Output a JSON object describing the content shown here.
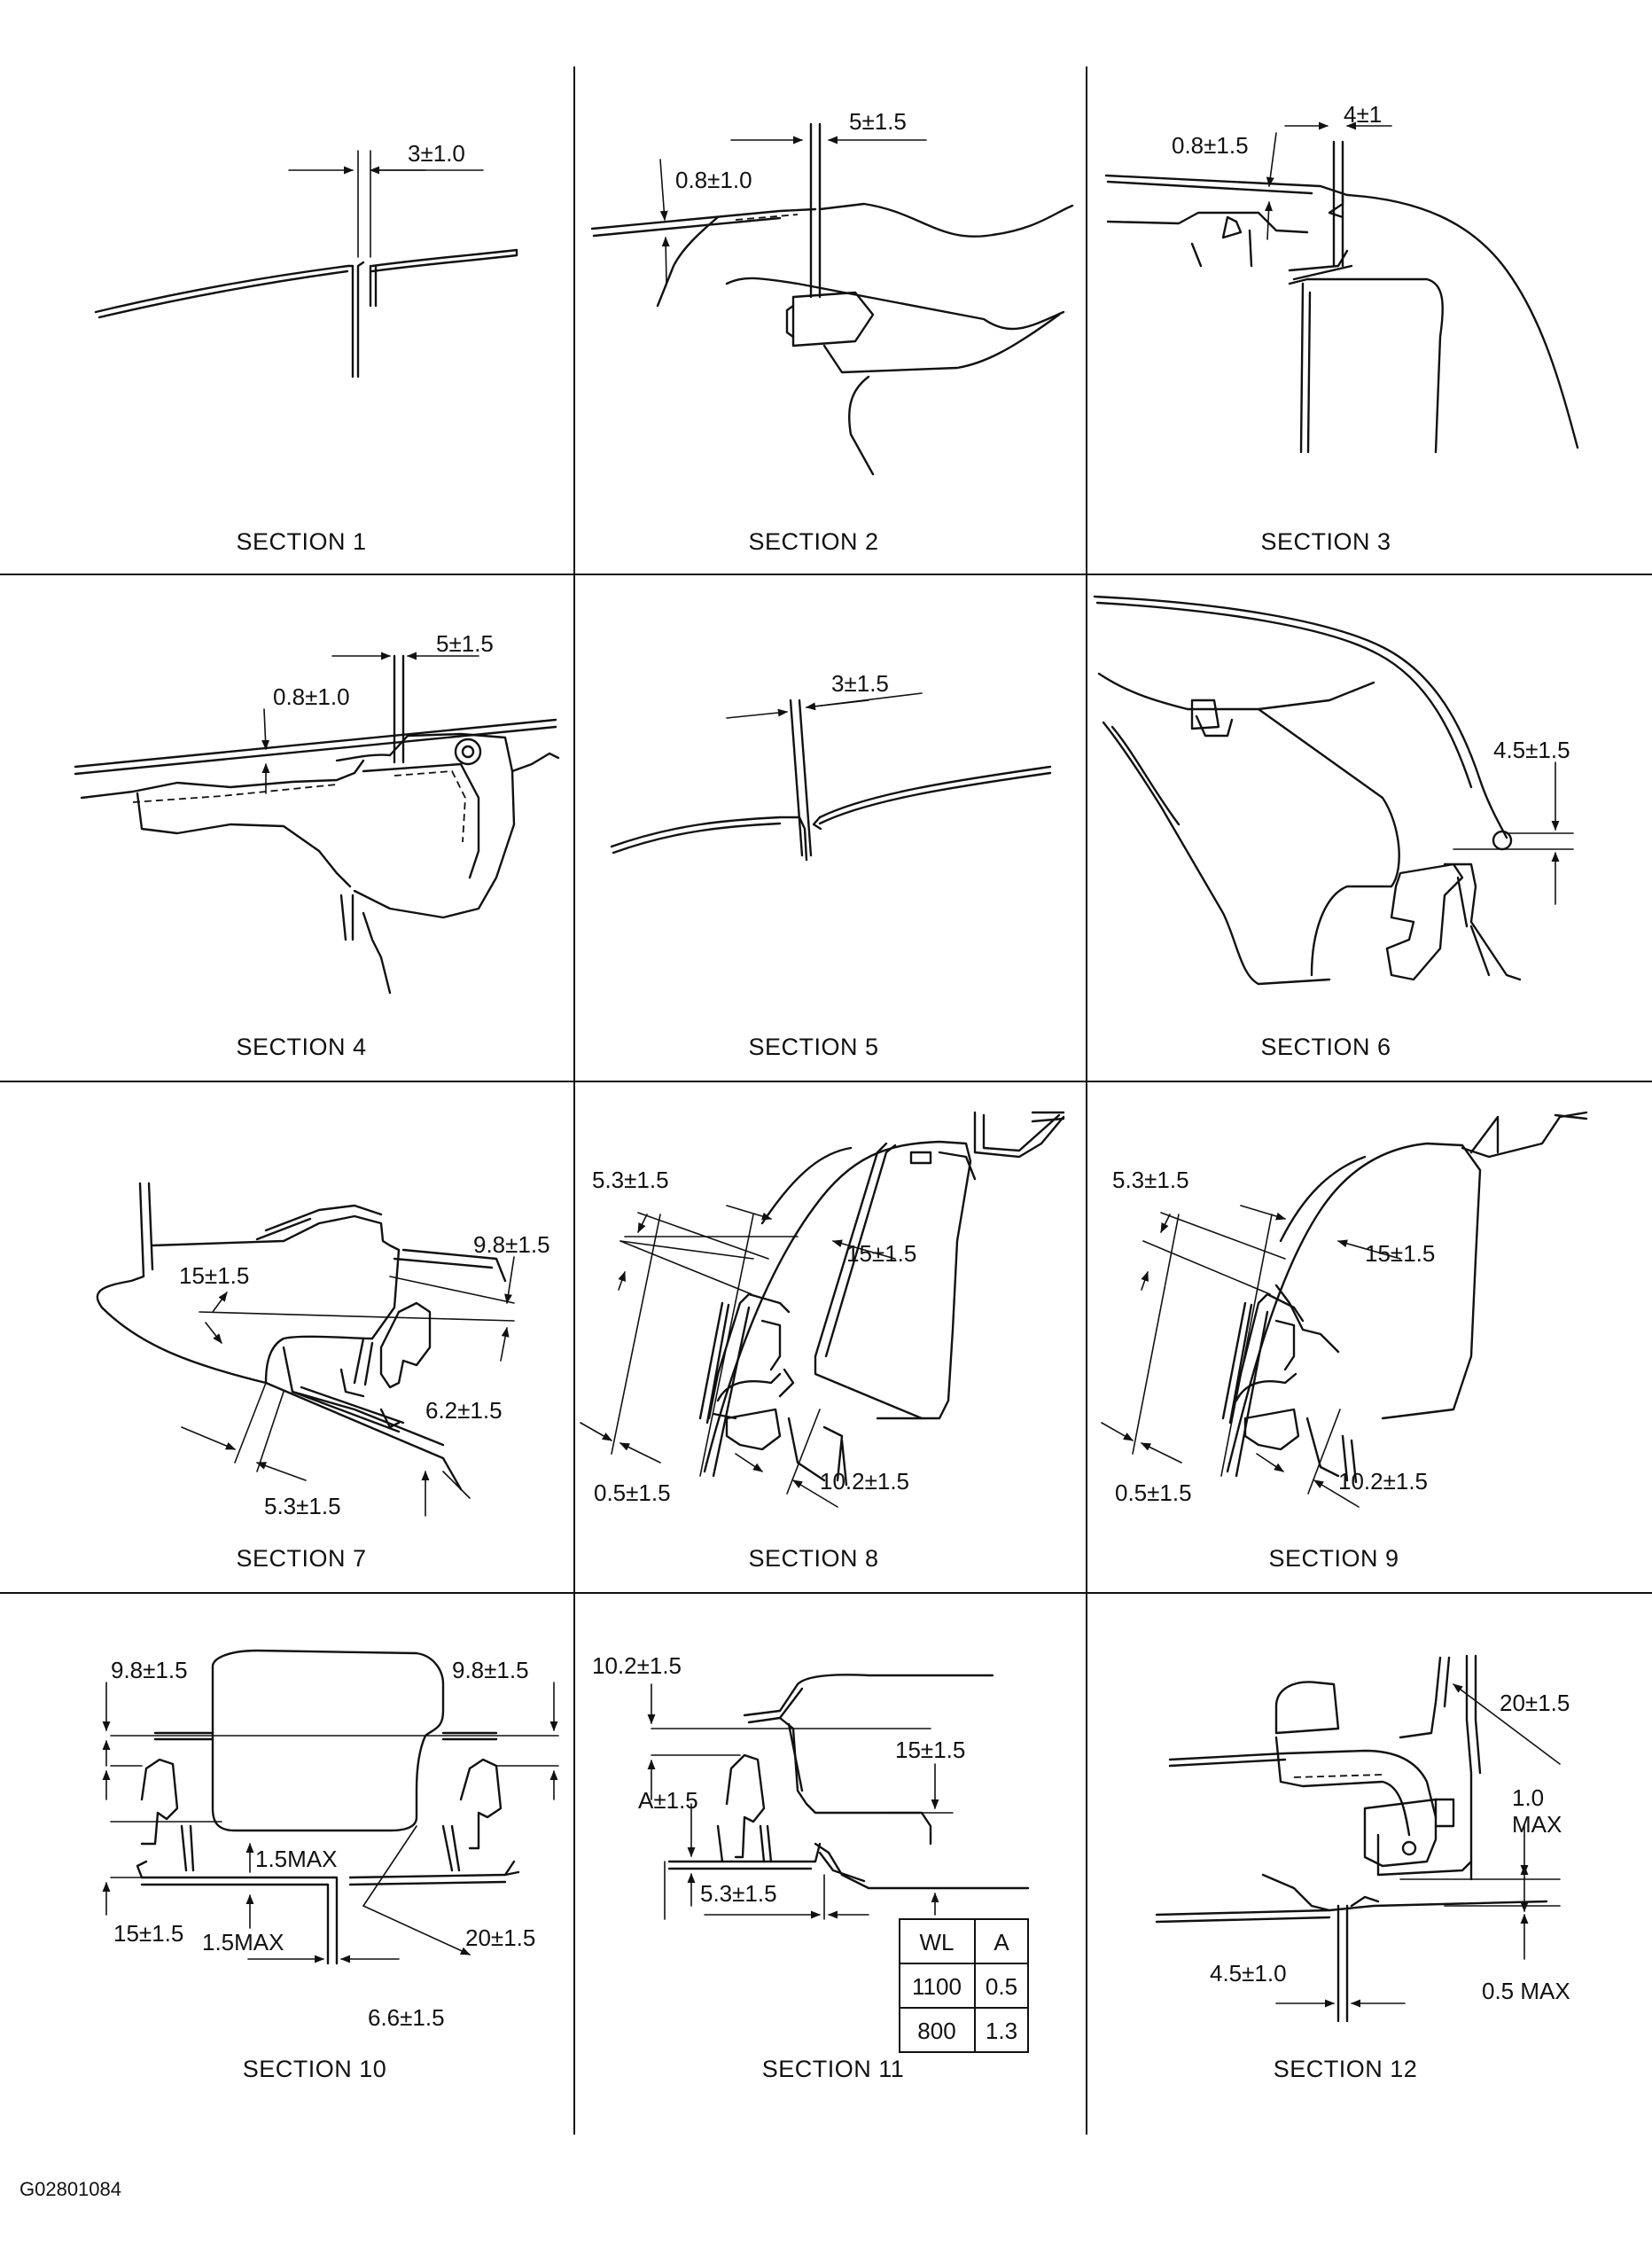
{
  "sections": [
    {
      "caption": "SECTION 1",
      "dims": [
        "3±1.0"
      ]
    },
    {
      "caption": "SECTION 2",
      "dims": [
        "5±1.5",
        "0.8±1.0"
      ]
    },
    {
      "caption": "SECTION 3",
      "dims": [
        "4±1",
        "0.8±1.5"
      ]
    },
    {
      "caption": "SECTION 4",
      "dims": [
        "5±1.5",
        "0.8±1.0"
      ]
    },
    {
      "caption": "SECTION 5",
      "dims": [
        "3±1.5"
      ]
    },
    {
      "caption": "SECTION 6",
      "dims": [
        "4.5±1.5"
      ]
    },
    {
      "caption": "SECTION 7",
      "dims": [
        "9.8±1.5",
        "15±1.5",
        "6.2±1.5",
        "5.3±1.5"
      ]
    },
    {
      "caption": "SECTION 8",
      "dims": [
        "5.3±1.5",
        "15±1.5",
        "0.5±1.5",
        "10.2±1.5"
      ]
    },
    {
      "caption": "SECTION 9",
      "dims": [
        "5.3±1.5",
        "15±1.5",
        "0.5±1.5",
        "10.2±1.5"
      ]
    },
    {
      "caption": "SECTION 10",
      "dims": [
        "9.8±1.5",
        "9.8±1.5",
        "1.5MAX",
        "15±1.5",
        "1.5MAX",
        "20±1.5",
        "6.6±1.5"
      ]
    },
    {
      "caption": "SECTION 11",
      "dims": [
        "10.2±1.5",
        "15±1.5",
        "A±1.5",
        "5.3±1.5"
      ]
    },
    {
      "caption": "SECTION 12",
      "dims": [
        "20±1.5",
        "1.0",
        "MAX",
        "0.5 MAX",
        "4.5±1.0"
      ]
    }
  ],
  "wl_table": {
    "headers": [
      "WL",
      "A"
    ],
    "rows": [
      [
        "1100",
        "0.5"
      ],
      [
        "800",
        "1.3"
      ]
    ]
  },
  "figure_id": "G02801084"
}
